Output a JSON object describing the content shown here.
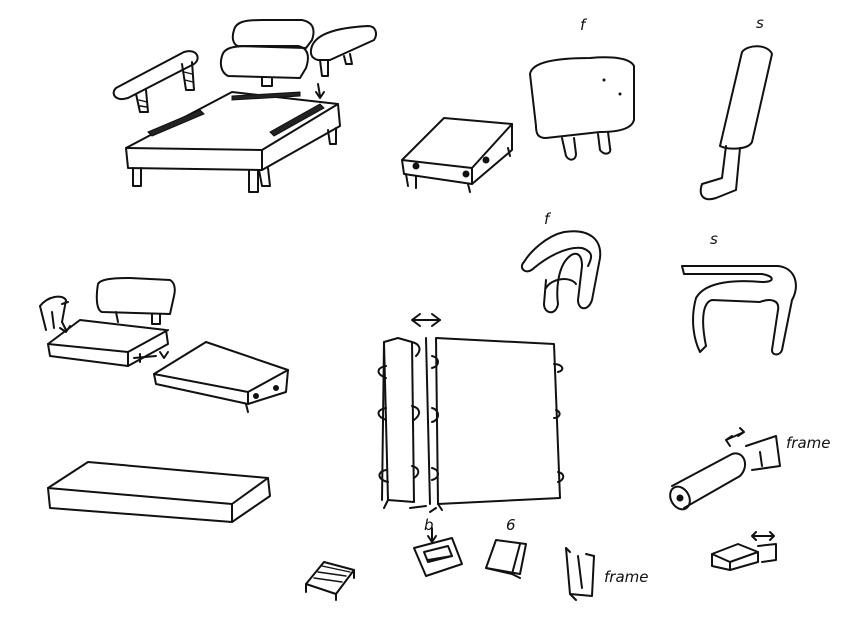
{
  "labels": {
    "f1": "f",
    "s1": "s",
    "f2": "f",
    "s2": "s",
    "b1": "b",
    "frame1": "frame",
    "frame2": "frame"
  }
}
